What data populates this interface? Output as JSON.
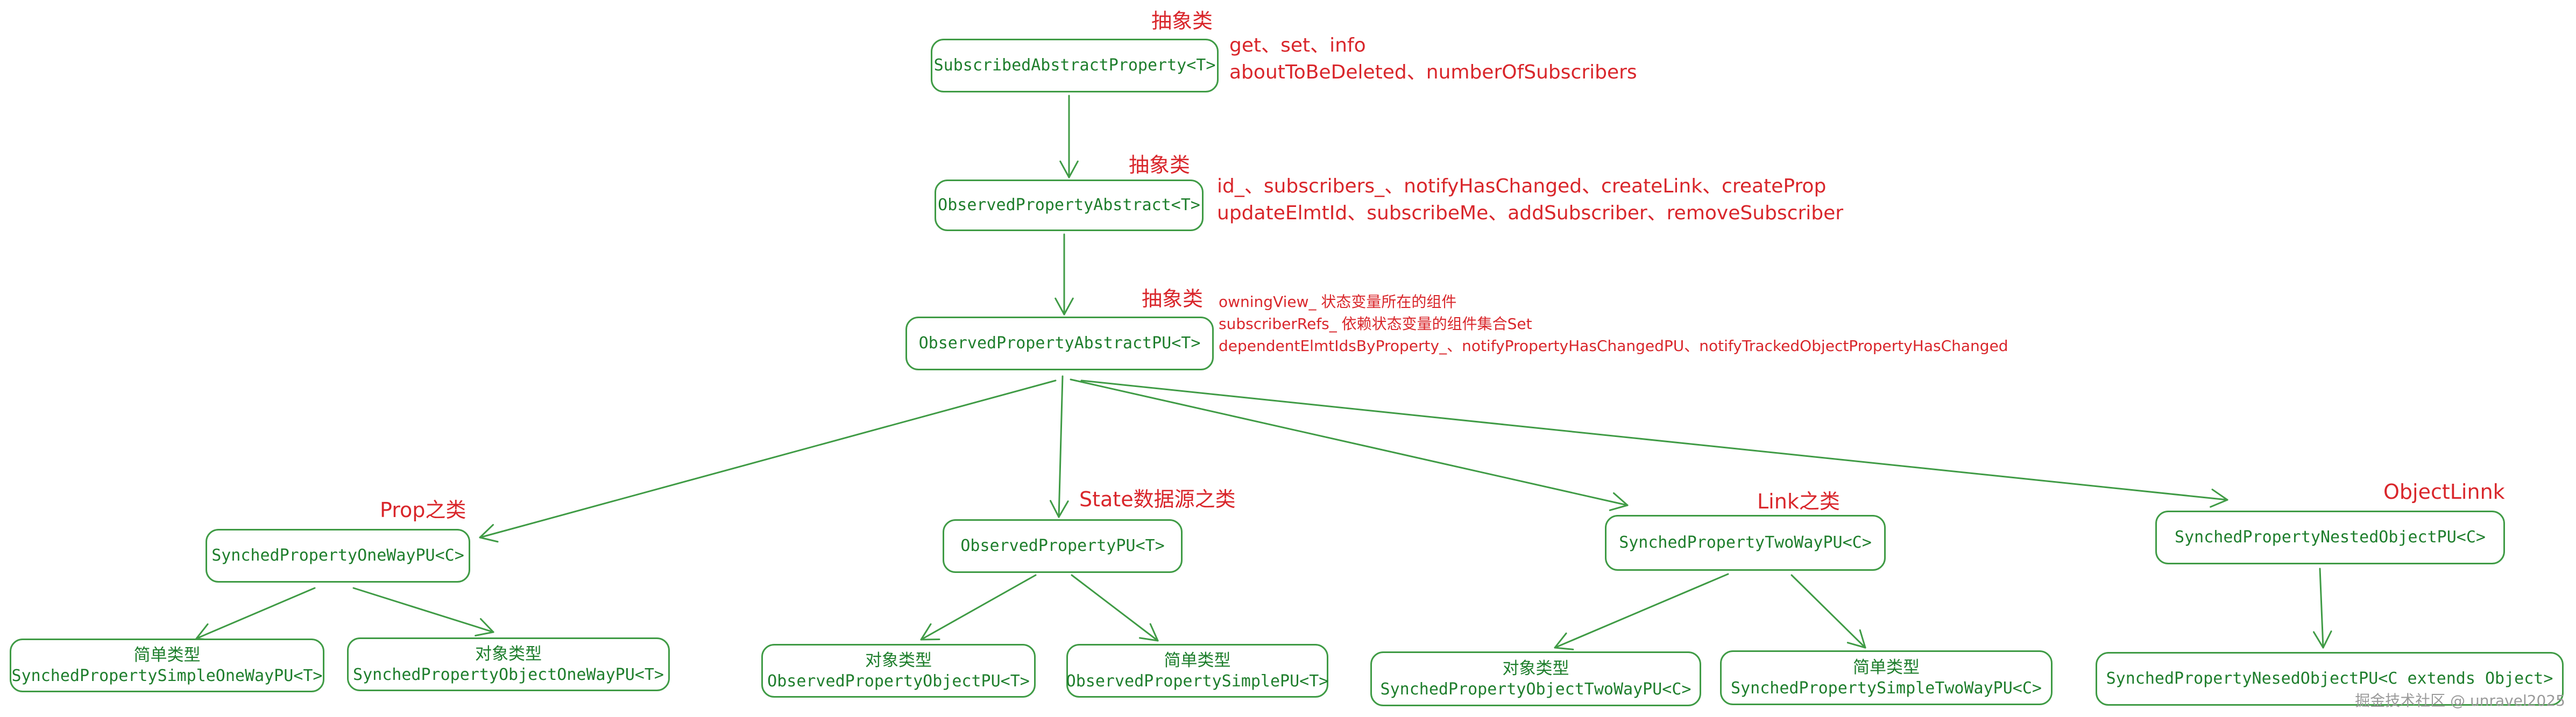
{
  "nodes": {
    "subscribed": {
      "name": "SubscribedAbstractProperty<T>"
    },
    "observedAbs": {
      "name": "ObservedPropertyAbstract<T>"
    },
    "observedAbsPU": {
      "name": "ObservedPropertyAbstractPU<T>"
    },
    "oneWay": {
      "name": "SynchedPropertyOneWayPU<C>"
    },
    "observedPU": {
      "name": "ObservedPropertyPU<T>"
    },
    "twoWay": {
      "name": "SynchedPropertyTwoWayPU<C>"
    },
    "nested": {
      "name": "SynchedPropertyNestedObjectPU<C>"
    },
    "simpleOneWay": {
      "kind": "简单类型",
      "name": "SynchedPropertySimpleOneWayPU<T>"
    },
    "objectOneWay": {
      "kind": "对象类型",
      "name": "SynchedPropertyObjectOneWayPU<T>"
    },
    "objectPU": {
      "kind": "对象类型",
      "name": "ObservedPropertyObjectPU<T>"
    },
    "simplePU": {
      "kind": "简单类型",
      "name": "ObservedPropertySimplePU<T>"
    },
    "objectTwoWay": {
      "kind": "对象类型",
      "name": "SynchedPropertyObjectTwoWayPU<C>"
    },
    "simpleTwoWay": {
      "kind": "简单类型",
      "name": "SynchedPropertySimpleTwoWayPU<C>"
    },
    "nestedExt": {
      "name": "SynchedPropertyNesedObjectPU<C extends Object>"
    }
  },
  "tags": {
    "subscribed": "抽象类",
    "observedAbs": "抽象类",
    "observedAbsPU": "抽象类",
    "prop": "Prop之类",
    "state": "State数据源之类",
    "link": "Link之类",
    "objectLink": "ObjectLinnk"
  },
  "notes": {
    "subscribed": [
      "get、set、info",
      "aboutToBeDeleted、numberOfSubscribers"
    ],
    "observedAbs": [
      "id_、subscribers_、notifyHasChanged、createLink、createProp",
      "updateElmtId、subscribeMe、addSubscriber、removeSubscriber"
    ],
    "observedAbsPU": [
      "owningView_ 状态变量所在的组件",
      "subscriberRefs_ 依赖状态变量的组件集合Set",
      "dependentElmtIdsByProperty_、notifyPropertyHasChangedPU、notifyTrackedObjectPropertyHasChanged"
    ]
  },
  "watermark": "掘金技术社区 @ unravel2025",
  "colors": {
    "edge": "#3f9b45",
    "node_text": "#1e7e2c",
    "note": "#d9262b"
  }
}
